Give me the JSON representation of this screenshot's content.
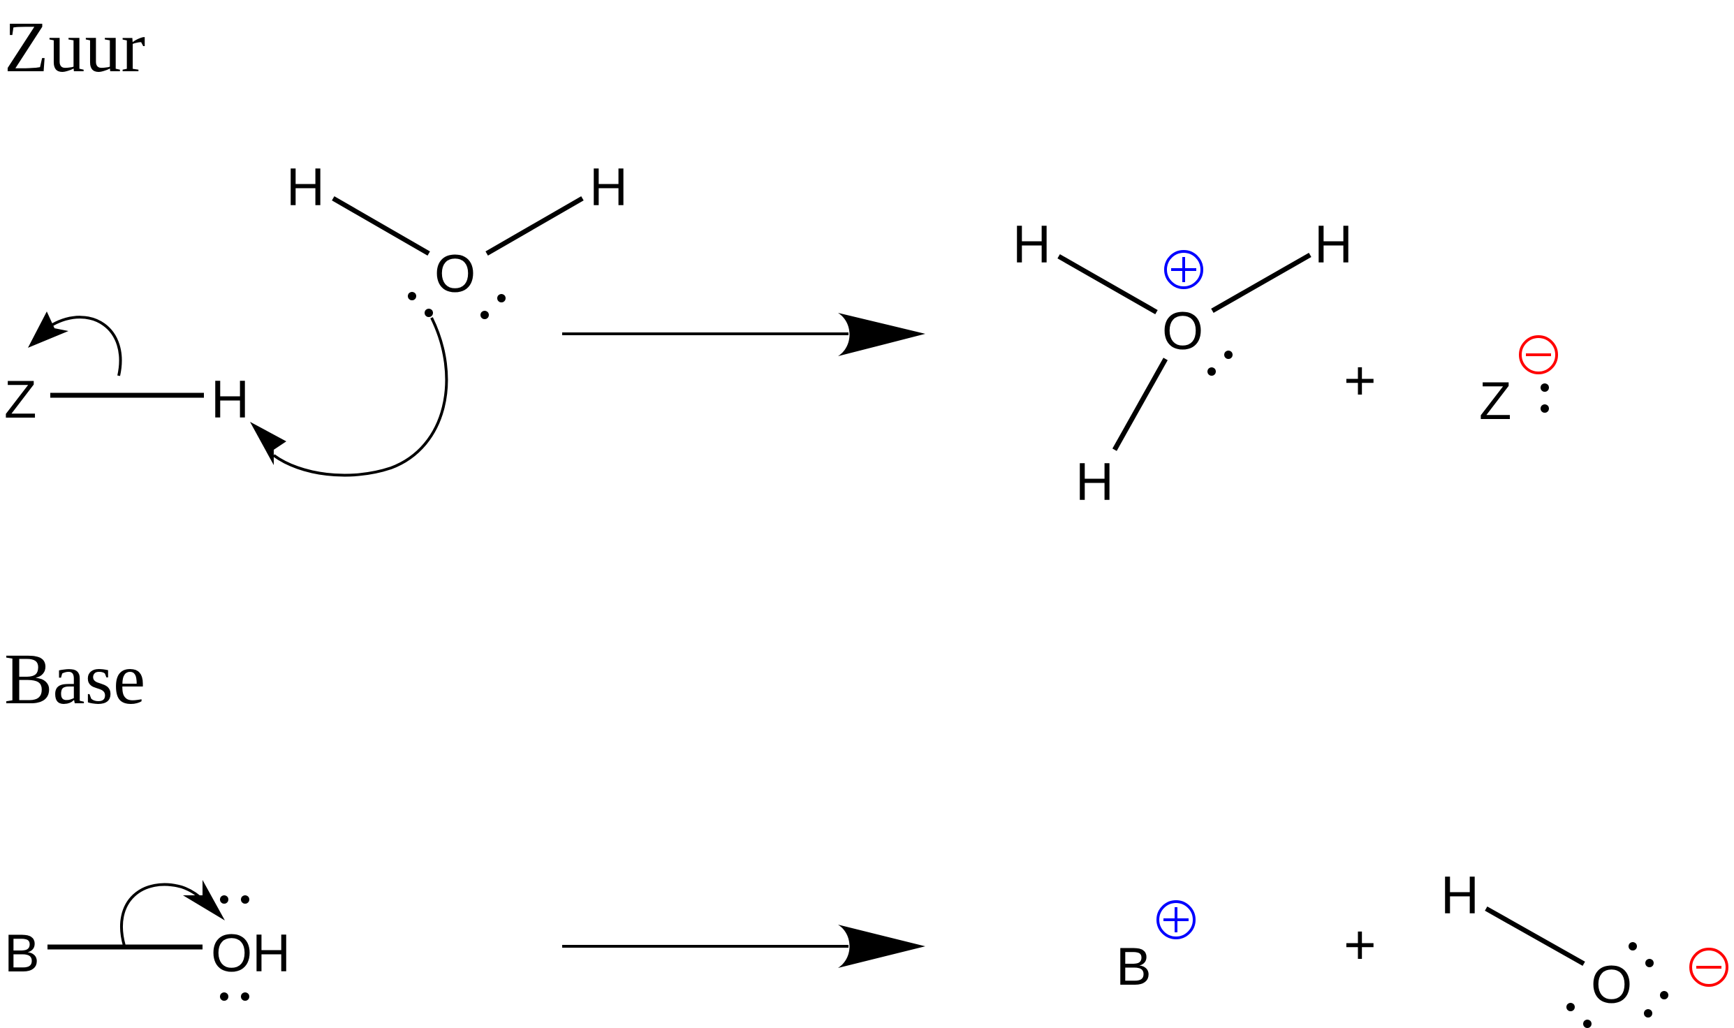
{
  "sections": [
    {
      "title": "Zuur"
    },
    {
      "title": "Base"
    }
  ],
  "acid": {
    "reactants": {
      "z": "Z",
      "h": "H",
      "water_o": "O",
      "water_h1": "H",
      "water_h2": "H"
    },
    "products": {
      "o": "O",
      "h1": "H",
      "h2": "H",
      "h3": "H",
      "plus": "+",
      "z": "Z"
    }
  },
  "base": {
    "reactants": {
      "b": "B",
      "oh": "OH"
    },
    "products": {
      "b": "B",
      "plus": "+",
      "h": "H",
      "o": "O"
    }
  },
  "colors": {
    "positive_charge": "#0000ff",
    "negative_charge": "#ff0000",
    "ink": "#000000"
  },
  "icons": [
    "positive-charge-icon",
    "negative-charge-icon",
    "lone-pair-dots",
    "curved-electron-arrow",
    "reaction-arrow"
  ]
}
